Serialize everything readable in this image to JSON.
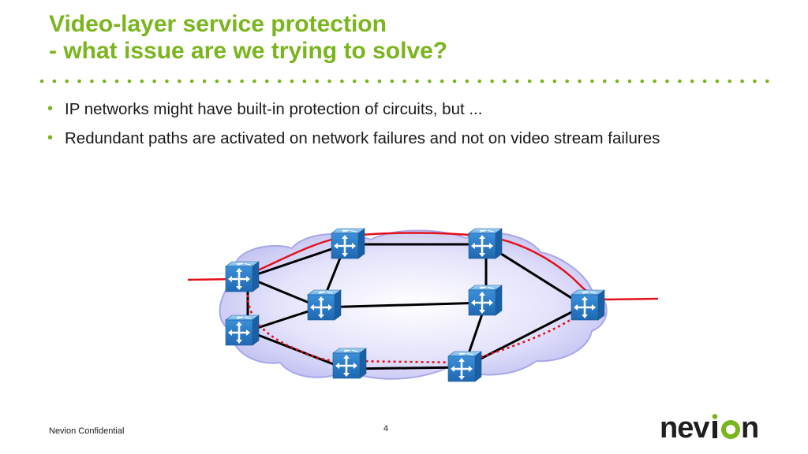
{
  "slide": {
    "title_line1": "Video-layer service protection",
    "title_line2": "- what issue are we trying to solve?",
    "bullets": [
      "IP networks might have built-in protection of circuits, but ...",
      "Redundant paths are activated on network failures and not on video stream failures"
    ],
    "footer": "Nevion Confidential",
    "page_number": "4",
    "logo_text": "nevion"
  },
  "colors": {
    "accent": "#7ab51d",
    "primary_path": "#e3101a",
    "router_blue": "#2a7cc7",
    "cloud": "#c9c8f3"
  },
  "icons": {
    "router": "router-switch-icon",
    "network": "cloud-shape"
  }
}
